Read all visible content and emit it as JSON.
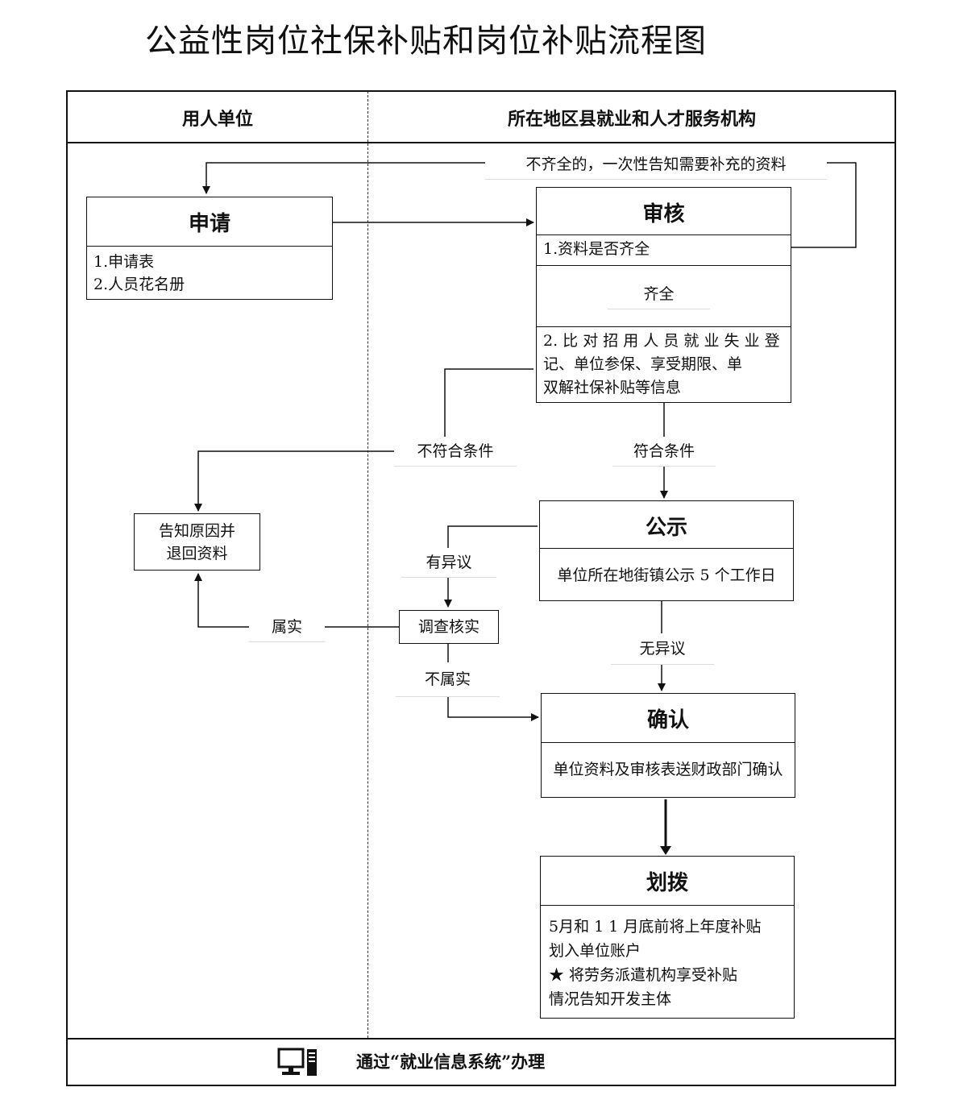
{
  "title": "公益性岗位社保补贴和岗位补贴流程图",
  "columns": {
    "left": "用人单位",
    "right": "所在地区县就业和人才服务机构"
  },
  "apply": {
    "title": "申请",
    "items": [
      "1.申请表",
      "2.人员花名册"
    ]
  },
  "review": {
    "title": "审核",
    "step1": "1.资料是否齐全",
    "complete_label": "齐全",
    "incomplete_label": "不齐全的，一次性告知需要补充的资料",
    "step2_lines": [
      "2. 比 对 招 用 人 员 就 业 失 业 登",
      "记、单位参保、享受期限、单",
      "双解社保补贴等信息"
    ]
  },
  "not_qualified_label": "不符合条件",
  "qualified_label": "符合条件",
  "notify": {
    "lines": [
      "告知原因并",
      "退回资料"
    ]
  },
  "publicity": {
    "title": "公示",
    "text": "单位所在地街镇公示 5 个工作日"
  },
  "objection_label": "有异议",
  "no_objection_label": "无异议",
  "investigate": "调查核实",
  "true_label": "属实",
  "not_true_label": "不属实",
  "confirm": {
    "title": "确认",
    "text": "单位资料及审核表送财政部门确认"
  },
  "allocate": {
    "title": "划拨",
    "lines": [
      "5月和 1 1 月底前将上年度补贴",
      "划入单位账户",
      "★ 将劳务派遣机构享受补贴",
      "情况告知开发主体"
    ]
  },
  "footer": {
    "icon": "computer-icon",
    "text": "通过“就业信息系统”办理"
  }
}
